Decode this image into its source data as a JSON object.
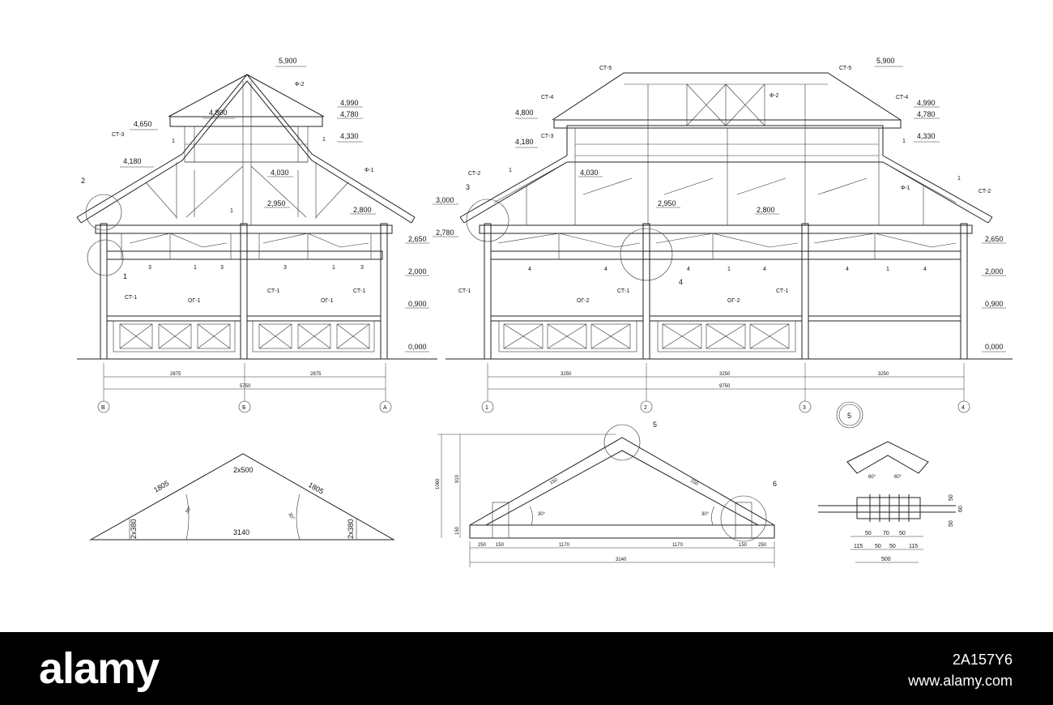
{
  "left_elevation": {
    "levels": [
      "5,900",
      "4,800",
      "4,650",
      "4,180",
      "4,990",
      "4,780",
      "4,330",
      "4,030",
      "3,000",
      "2,950",
      "2,800",
      "2,780",
      "2,650",
      "2,000",
      "0,900",
      "0,000"
    ],
    "tags": [
      "Ф-2",
      "СТ-3",
      "Ф-1",
      "СТ-1",
      "СТ-1",
      "СТ-1",
      "ОГ-1",
      "ОГ-1"
    ],
    "callouts": [
      "1",
      "1",
      "1",
      "2",
      "1",
      "3",
      "1",
      "3",
      "3",
      "1",
      "3"
    ],
    "spans": [
      "2875",
      "2875"
    ],
    "total": "5750",
    "axes": [
      "В",
      "Б",
      "А"
    ]
  },
  "right_elevation": {
    "levels": [
      "5,900",
      "4,800",
      "4,180",
      "4,990",
      "4,780",
      "4,330",
      "4,030",
      "2,950",
      "2,800",
      "2,650",
      "2,000",
      "0,900",
      "0,000"
    ],
    "tags": [
      "СТ-5",
      "СТ-5",
      "СТ-4",
      "СТ-4",
      "Ф-2",
      "СТ-3",
      "СТ-2",
      "СТ-2",
      "Ф-1",
      "СТ-1",
      "СТ-1",
      "СТ-1",
      "ОГ-2",
      "ОГ-2"
    ],
    "callouts": [
      "1",
      "3",
      "1",
      "4",
      "1",
      "4",
      "4",
      "4",
      "1",
      "4",
      "4",
      "1",
      "4"
    ],
    "spans": [
      "3250",
      "3250",
      "3250"
    ],
    "total": "9750",
    "axes": [
      "1",
      "2",
      "3",
      "4"
    ]
  },
  "truss_scheme": {
    "top": "2x500",
    "left_slope": "1805",
    "right_slope": "1805",
    "span": "3140",
    "left_post": "2x380",
    "right_post": "2x380",
    "angle": "30°"
  },
  "truss_detail": {
    "callouts": [
      "5",
      "6"
    ],
    "heights": [
      "1060",
      "910",
      "150"
    ],
    "dims": [
      "250",
      "150",
      "1170",
      "1170",
      "150",
      "250"
    ],
    "total": "3140",
    "angle": "30°",
    "rafter": "150"
  },
  "node_5": {
    "label": "5",
    "angles": [
      "60°",
      "60°"
    ],
    "dims_top": [
      "50",
      "70",
      "50"
    ],
    "dims_bottom": [
      "115",
      "50",
      "50",
      "115"
    ],
    "total": "500",
    "side": [
      "50",
      "60",
      "50"
    ]
  },
  "footer": {
    "brand": "alamy",
    "image_id": "2A157Y6",
    "url": "www.alamy.com"
  }
}
